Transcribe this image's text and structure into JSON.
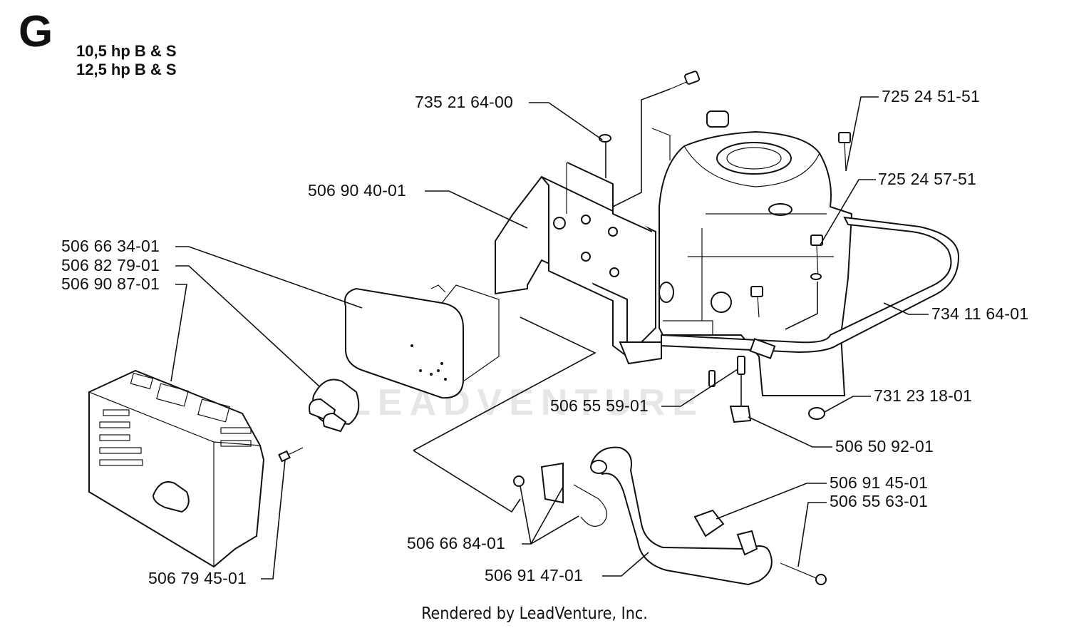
{
  "header": {
    "section": "G",
    "models": [
      "10,5 hp B & S",
      "12,5 hp B & S"
    ]
  },
  "parts": {
    "p_735216400": "735 21 64-00",
    "p_506904001": "506 90 40-01",
    "p_506663401": "506 66 34-01",
    "p_506827901": "506 82 79-01",
    "p_506908701": "506 90 87-01",
    "p_725245151": "725 24 51-51",
    "p_725245751": "725 24 57-51",
    "p_734116401": "734 11 64-01",
    "p_506555901": "506 55 59-01",
    "p_731231801": "731 23 18-01",
    "p_506509201": "506 50 92-01",
    "p_506914501": "506 91 45-01",
    "p_506556301": "506 55 63-01",
    "p_506668401": "506 66 84-01",
    "p_506914701": "506 91 47-01",
    "p_506794501": "506 79 45-01"
  },
  "watermark": "LEADVENTURE",
  "footer": "Rendered by LeadVenture, Inc."
}
